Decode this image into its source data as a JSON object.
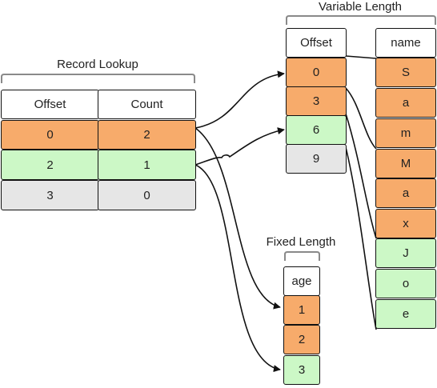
{
  "colors": {
    "orange": "#f7ab6b",
    "green": "#ccf8c6",
    "gray": "#e6e6e6",
    "header": "#ffffff",
    "stroke": "#111111",
    "bracket": "#8a8a8a"
  },
  "record_lookup": {
    "title": "Record Lookup",
    "headers": [
      "Offset",
      "Count"
    ],
    "rows": [
      {
        "offset": "0",
        "count": "2",
        "color": "orange"
      },
      {
        "offset": "2",
        "count": "1",
        "color": "green"
      },
      {
        "offset": "3",
        "count": "0",
        "color": "gray"
      }
    ]
  },
  "variable_length": {
    "title": "Variable Length",
    "offset_header": "Offset",
    "name_header": "name",
    "offsets": [
      {
        "value": "0",
        "color": "orange"
      },
      {
        "value": "3",
        "color": "orange"
      },
      {
        "value": "6",
        "color": "green"
      },
      {
        "value": "9",
        "color": "gray"
      }
    ],
    "names": [
      {
        "value": "S",
        "color": "orange"
      },
      {
        "value": "a",
        "color": "orange"
      },
      {
        "value": "m",
        "color": "orange"
      },
      {
        "value": "M",
        "color": "orange"
      },
      {
        "value": "a",
        "color": "orange"
      },
      {
        "value": "x",
        "color": "orange"
      },
      {
        "value": "J",
        "color": "green"
      },
      {
        "value": "o",
        "color": "green"
      },
      {
        "value": "e",
        "color": "green"
      }
    ]
  },
  "fixed_length": {
    "title": "Fixed Length",
    "header": "age",
    "values": [
      {
        "value": "1",
        "color": "orange"
      },
      {
        "value": "2",
        "color": "orange"
      },
      {
        "value": "3",
        "color": "green"
      }
    ]
  }
}
